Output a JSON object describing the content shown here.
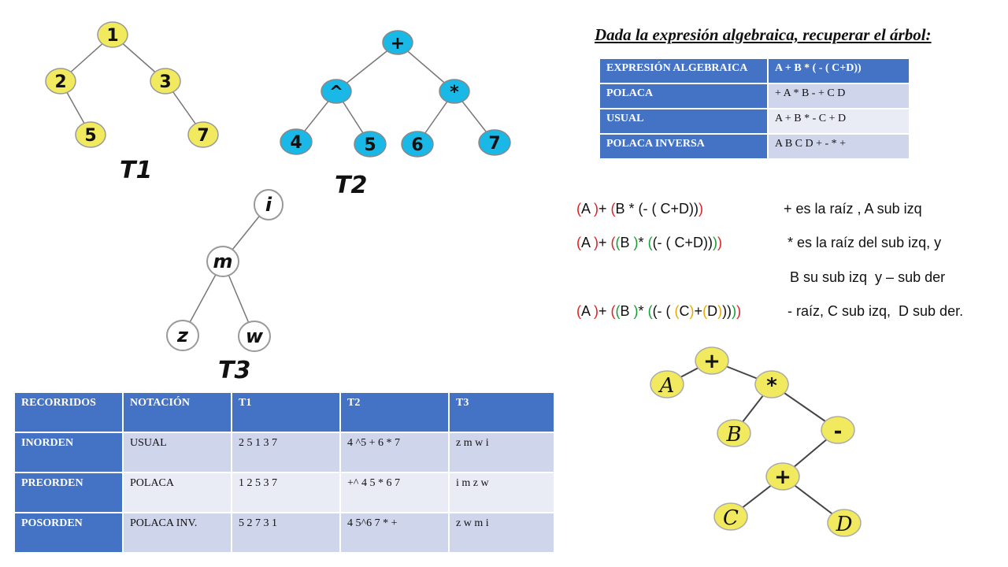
{
  "heading": "Dada la expresión algebraica, recuperar el árbol:",
  "trees": {
    "t1": {
      "label": "T1",
      "nodes": [
        "1",
        "2",
        "3",
        "5",
        "7"
      ]
    },
    "t2": {
      "label": "T2",
      "nodes": [
        "+",
        "^",
        "*",
        "4",
        "5",
        "6",
        "7"
      ]
    },
    "t3": {
      "label": "T3",
      "nodes": [
        "i",
        "m",
        "z",
        "w"
      ]
    },
    "expr_tree": {
      "nodes": [
        "A",
        "+",
        "*",
        "B",
        "-",
        "+",
        "C",
        "D"
      ]
    }
  },
  "expr_table": {
    "rows": [
      {
        "label": "EXPRESIÓN ALGEBRAICA",
        "value": "A + B * ( - ( C+D))"
      },
      {
        "label": "POLACA",
        "value": "+ A * B - + C D"
      },
      {
        "label": "USUAL",
        "value": "A + B * - C + D"
      },
      {
        "label": "POLACA INVERSA",
        "value": "A B C D + - * +"
      }
    ]
  },
  "steps": [
    {
      "segments": [
        {
          "t": "(",
          "c": "r"
        },
        {
          "t": "A ",
          "c": ""
        },
        {
          "t": ")",
          "c": "r"
        },
        {
          "t": "+ ",
          "c": ""
        },
        {
          "t": "(",
          "c": "r"
        },
        {
          "t": "B * (- ( C+D))",
          "c": ""
        },
        {
          "t": ")",
          "c": "r"
        }
      ],
      "note": "+ es la raíz , A sub izq"
    },
    {
      "segments": [
        {
          "t": "(",
          "c": "r"
        },
        {
          "t": "A ",
          "c": ""
        },
        {
          "t": ")",
          "c": "r"
        },
        {
          "t": "+ ",
          "c": ""
        },
        {
          "t": "(",
          "c": "r"
        },
        {
          "t": "(",
          "c": "g"
        },
        {
          "t": "B ",
          "c": ""
        },
        {
          "t": ")",
          "c": "g"
        },
        {
          "t": "* ",
          "c": ""
        },
        {
          "t": "(",
          "c": "g"
        },
        {
          "t": "(- ( C+D))",
          "c": ""
        },
        {
          "t": ")",
          "c": "g"
        },
        {
          "t": ")",
          "c": "r"
        }
      ],
      "note": "* es la raíz del sub izq, y",
      "note2": "B su sub izq  y – sub der"
    },
    {
      "segments": [
        {
          "t": "(",
          "c": "r"
        },
        {
          "t": "A ",
          "c": ""
        },
        {
          "t": ")",
          "c": "r"
        },
        {
          "t": "+ ",
          "c": ""
        },
        {
          "t": "(",
          "c": "r"
        },
        {
          "t": "(",
          "c": "g"
        },
        {
          "t": "B ",
          "c": ""
        },
        {
          "t": ")",
          "c": "g"
        },
        {
          "t": "* ",
          "c": ""
        },
        {
          "t": "(",
          "c": "g"
        },
        {
          "t": "(- ( ",
          "c": ""
        },
        {
          "t": "(",
          "c": "y"
        },
        {
          "t": "C",
          "c": ""
        },
        {
          "t": ")",
          "c": "y"
        },
        {
          "t": "+",
          "c": ""
        },
        {
          "t": "(",
          "c": "y"
        },
        {
          "t": "D",
          "c": ""
        },
        {
          "t": ")",
          "c": "y"
        },
        {
          "t": "))",
          "c": ""
        },
        {
          "t": ")",
          "c": "g"
        },
        {
          "t": ")",
          "c": "r"
        }
      ],
      "note": "- raíz, C sub izq,  D sub der."
    }
  ],
  "traversal_table": {
    "headers": [
      "RECORRIDOS",
      "NOTACIÓN",
      "T1",
      "T2",
      "T3"
    ],
    "rows": [
      [
        "INORDEN",
        "USUAL",
        "2  5  1  3  7",
        "4 ^5 + 6 * 7",
        "z m w i"
      ],
      [
        "PREORDEN",
        "POLACA",
        "1  2  5  3  7",
        "+^ 4  5 * 6  7",
        "i  m z  w"
      ],
      [
        "POSORDEN",
        "POLACA INV.",
        "5  2  7  3  1",
        "4  5^6  7  *  +",
        "z  w  m i"
      ]
    ]
  },
  "colors": {
    "yellow_node": "#f2ea5e",
    "blue_node": "#1ab8e6",
    "white_node": "#ffffff",
    "table_header": "#4472c4",
    "bracket_red": "#e02020",
    "bracket_green": "#10a030",
    "bracket_yellow": "#e8a800"
  }
}
